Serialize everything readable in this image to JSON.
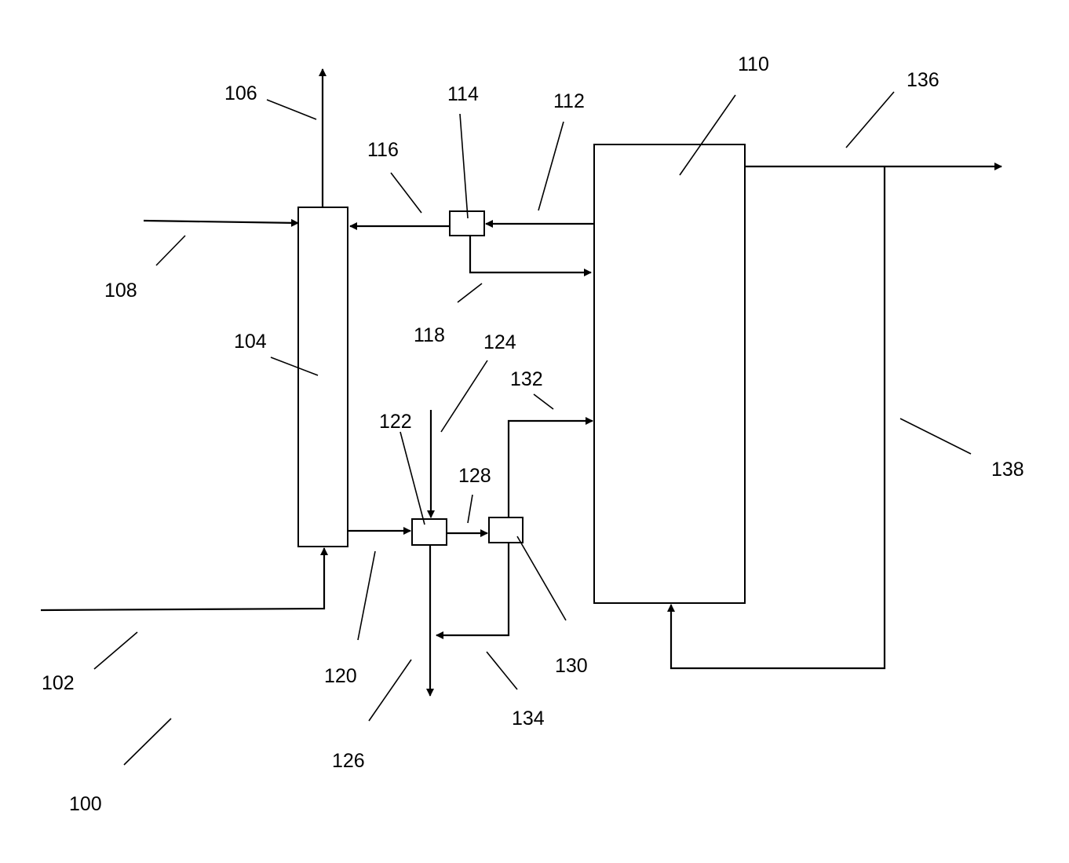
{
  "labels": {
    "n100": "100",
    "n102": "102",
    "n104": "104",
    "n106": "106",
    "n108": "108",
    "n110": "110",
    "n112": "112",
    "n114": "114",
    "n116": "116",
    "n118": "118",
    "n120": "120",
    "n122": "122",
    "n124": "124",
    "n126": "126",
    "n128": "128",
    "n130": "130",
    "n132": "132",
    "n134": "134",
    "n136": "136",
    "n138": "138"
  },
  "colors": {
    "ink": "#000000",
    "background": "#ffffff"
  }
}
